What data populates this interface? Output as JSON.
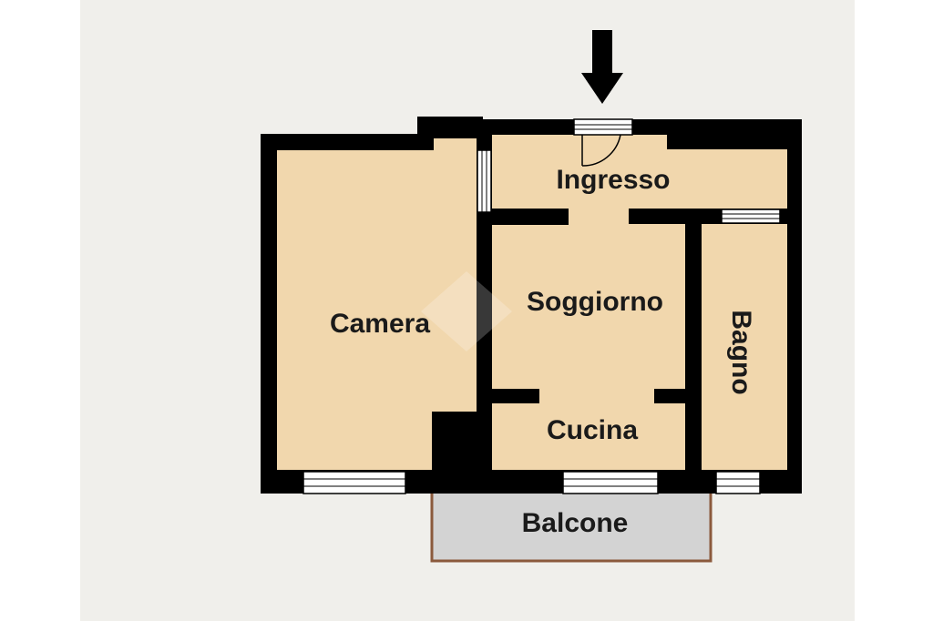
{
  "floorplan": {
    "colors": {
      "background": "#f0efeb",
      "margin": "#ffffff",
      "room_fill": "#f1d7ad",
      "wall": "#000000",
      "balcony_fill": "#d3d3d3",
      "balcony_border": "#8b5a3c",
      "window_fill": "#ffffff"
    },
    "entrance_marker": "arrow-down-icon",
    "rooms": {
      "ingresso": "Ingresso",
      "camera": "Camera",
      "soggiorno": "Soggiorno",
      "cucina": "Cucina",
      "bagno": "Bagno",
      "balcone": "Balcone"
    }
  }
}
